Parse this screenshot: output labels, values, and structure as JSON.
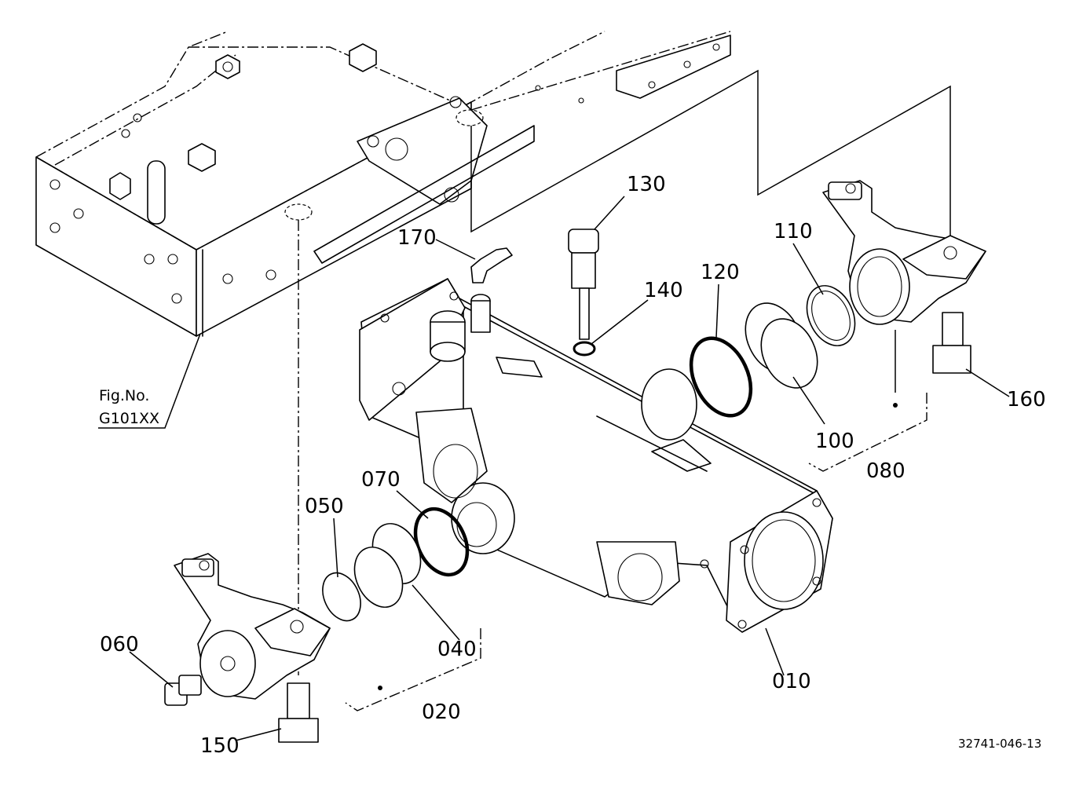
{
  "diagram": {
    "document_id": "32741-046-13",
    "reference": {
      "line1": "Fig.No.",
      "line2": "G101XX"
    },
    "labels": {
      "p010": "010",
      "p020": "020",
      "p040": "040",
      "p050": "050",
      "p060": "060",
      "p070": "070",
      "p080": "080",
      "p100": "100",
      "p110": "110",
      "p120": "120",
      "p130": "130",
      "p140": "140",
      "p150": "150",
      "p160": "160",
      "p170": "170"
    }
  }
}
